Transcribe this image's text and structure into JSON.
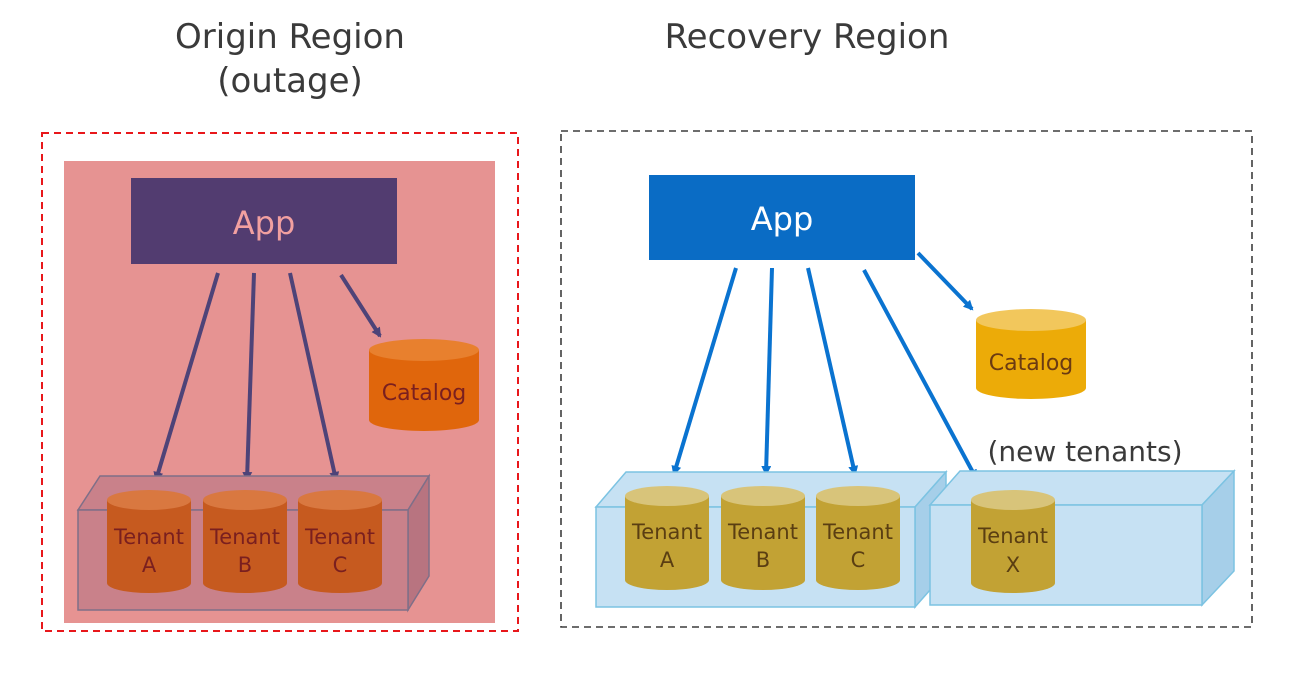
{
  "origin": {
    "title_line1": "Origin Region",
    "title_line2": "(outage)",
    "app_label": "App",
    "catalog_label": "Catalog",
    "tenants": [
      {
        "line1": "Tenant",
        "line2": "A"
      },
      {
        "line1": "Tenant",
        "line2": "B"
      },
      {
        "line1": "Tenant",
        "line2": "C"
      }
    ]
  },
  "recovery": {
    "title": "Recovery Region",
    "app_label": "App",
    "catalog_label": "Catalog",
    "new_tenants_label": "(new tenants)",
    "tenants": [
      {
        "line1": "Tenant",
        "line2": "A"
      },
      {
        "line1": "Tenant",
        "line2": "B"
      },
      {
        "line1": "Tenant",
        "line2": "C"
      }
    ],
    "new_tenant": {
      "line1": "Tenant",
      "line2": "X"
    }
  },
  "colors": {
    "origin_bg": "#e69392",
    "origin_border": "#e8171b",
    "origin_app": "#523c70",
    "origin_app_text": "#f2a0a0",
    "origin_arrow": "#4e4378",
    "origin_catalog": "#e0660c",
    "origin_tenant": "#c65a1f",
    "recovery_border": "#3d3d3d",
    "recovery_app": "#0a6cc5",
    "recovery_arrow": "#0a73d0",
    "recovery_catalog": "#ecab08",
    "recovery_tenant": "#c2a234",
    "recovery_box": "#c6e1f3"
  }
}
